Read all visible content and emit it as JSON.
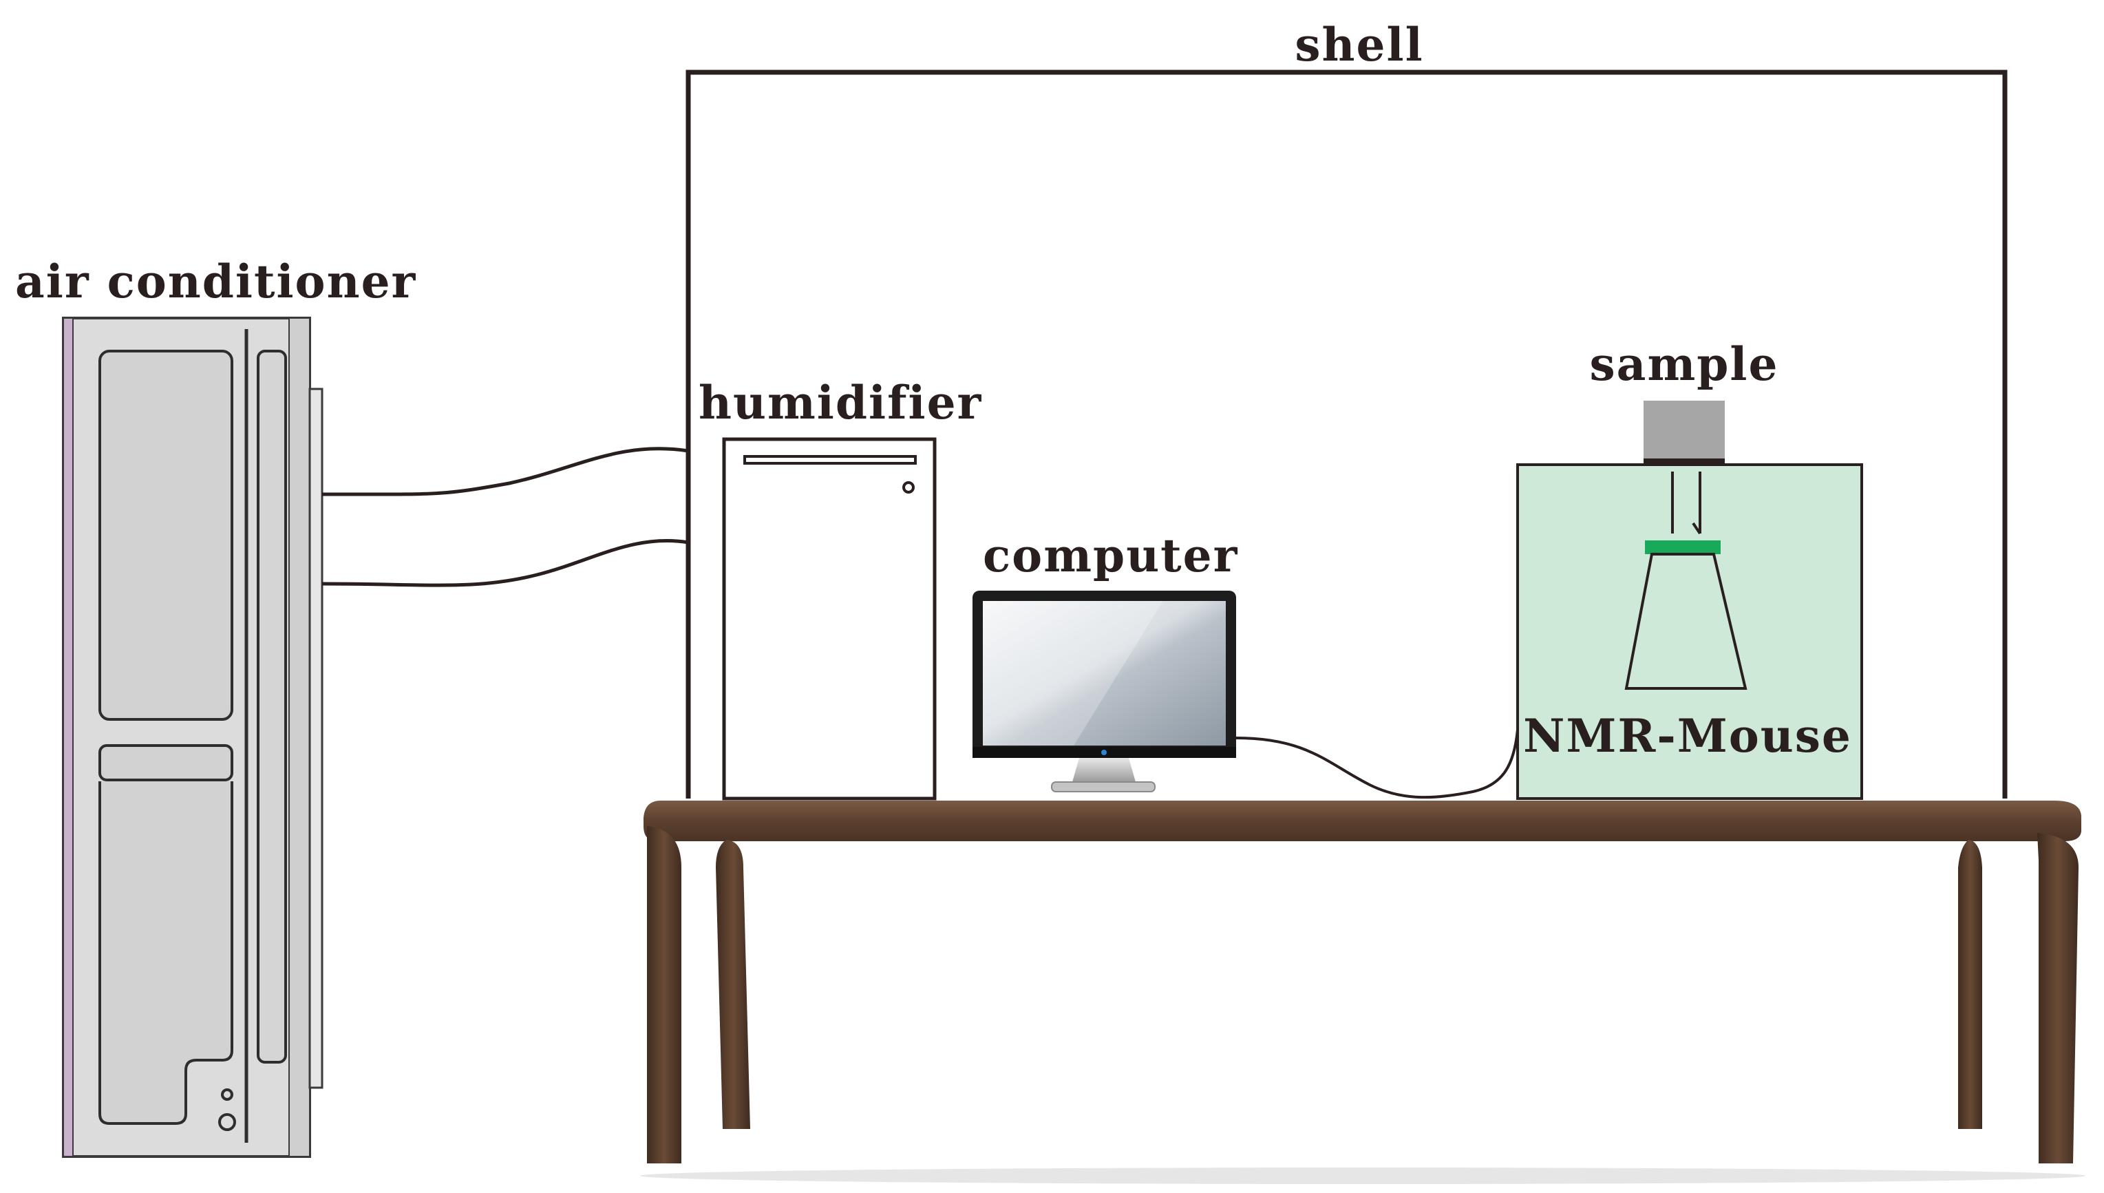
{
  "labels": {
    "shell": "shell",
    "air_conditioner": "air conditioner",
    "humidifier": "humidifier",
    "computer": "computer",
    "sample": "sample",
    "nmr_mouse": "NMR-Mouse"
  },
  "colors": {
    "line": "#2a1f1f",
    "ac_body": "#dcdcdc",
    "ac_edge": "#b89bc0",
    "nmr_fill": "#cfe9d8",
    "nmr_bar": "#19a95a",
    "sample_fill": "#a6a6a6",
    "table_wood": "#5a3f2e"
  },
  "icons": [
    "air-conditioner-icon",
    "humidifier-icon",
    "monitor-icon",
    "table-icon"
  ]
}
